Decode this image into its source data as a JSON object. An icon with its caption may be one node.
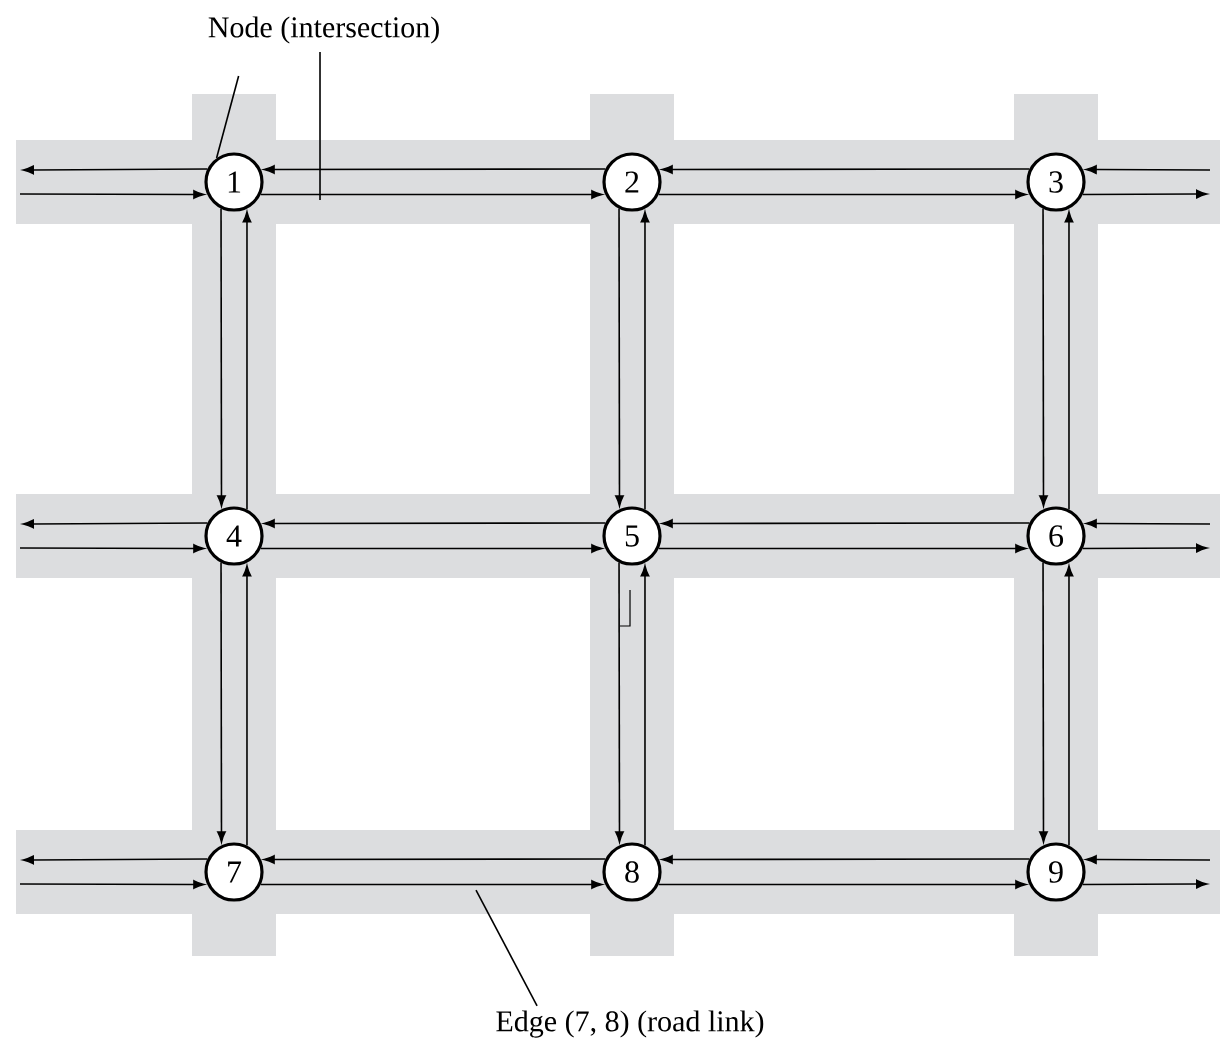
{
  "diagram": {
    "nodes": [
      {
        "text": [
          "1"
        ]
      },
      {
        "text": [
          "2"
        ]
      },
      {
        "text": [
          "3"
        ]
      },
      {
        "text": [
          "4"
        ]
      },
      {
        "text": [
          "5"
        ]
      },
      {
        "text": [
          "6"
        ]
      },
      {
        "text": [
          "7"
        ]
      },
      {
        "text": [
          "8"
        ]
      },
      {
        "text": [
          "9"
        ]
      },
      {
        "text": [
          "Node (intersection)"
        ]
      },
      {
        "text": [
          "Edge (7, 8) (road link)"
        ]
      }
    ],
    "edges": [
      {
        "from": 0,
        "to": null,
        "arrow": "to"
      },
      {
        "from": null,
        "to": 0,
        "arrow": "to"
      },
      {
        "from": 0,
        "to": 1,
        "arrow": "to"
      },
      {
        "from": 1,
        "to": 0,
        "arrow": "to"
      },
      {
        "from": 1,
        "to": 2,
        "arrow": "to"
      },
      {
        "from": 2,
        "to": 1,
        "arrow": "to"
      },
      {
        "from": null,
        "to": 2,
        "arrow": "to"
      },
      {
        "from": 2,
        "to": null,
        "arrow": "to"
      },
      {
        "from": 3,
        "to": null,
        "arrow": "to"
      },
      {
        "from": null,
        "to": 3,
        "arrow": "to"
      },
      {
        "from": 3,
        "to": 4,
        "arrow": "to"
      },
      {
        "from": 4,
        "to": 3,
        "arrow": "to"
      },
      {
        "from": 4,
        "to": 5,
        "arrow": "to"
      },
      {
        "from": 5,
        "to": 4,
        "arrow": "to"
      },
      {
        "from": null,
        "to": 5,
        "arrow": "to"
      },
      {
        "from": 5,
        "to": null,
        "arrow": "to"
      },
      {
        "from": 6,
        "to": null,
        "arrow": "to"
      },
      {
        "from": null,
        "to": 6,
        "arrow": "to"
      },
      {
        "from": 6,
        "to": 7,
        "arrow": "to"
      },
      {
        "from": 7,
        "to": 6,
        "arrow": "to"
      },
      {
        "from": 7,
        "to": 8,
        "arrow": "to"
      },
      {
        "from": 8,
        "to": 7,
        "arrow": "to"
      },
      {
        "from": null,
        "to": 8,
        "arrow": "to"
      },
      {
        "from": 8,
        "to": null,
        "arrow": "to"
      },
      {
        "from": 0,
        "to": 3,
        "arrow": "to"
      },
      {
        "from": 3,
        "to": 0,
        "arrow": "to"
      },
      {
        "from": 1,
        "to": 4,
        "arrow": "to"
      },
      {
        "from": 4,
        "to": 1,
        "arrow": "to"
      },
      {
        "from": 2,
        "to": 5,
        "arrow": "to"
      },
      {
        "from": 5,
        "to": 2,
        "arrow": "to"
      },
      {
        "from": 3,
        "to": 6,
        "arrow": "to"
      },
      {
        "from": 6,
        "to": 3,
        "arrow": "to"
      },
      {
        "from": 4,
        "to": 7,
        "arrow": "to"
      },
      {
        "from": 7,
        "to": 4,
        "arrow": "to"
      },
      {
        "from": 5,
        "to": 8,
        "arrow": "to"
      },
      {
        "from": 8,
        "to": 5,
        "arrow": "to"
      },
      {
        "from": 9,
        "to": 0,
        "arrow": "none"
      },
      {
        "from": 9,
        "to": null,
        "arrow": "none"
      },
      {
        "from": 10,
        "to": null,
        "arrow": "none"
      }
    ]
  }
}
